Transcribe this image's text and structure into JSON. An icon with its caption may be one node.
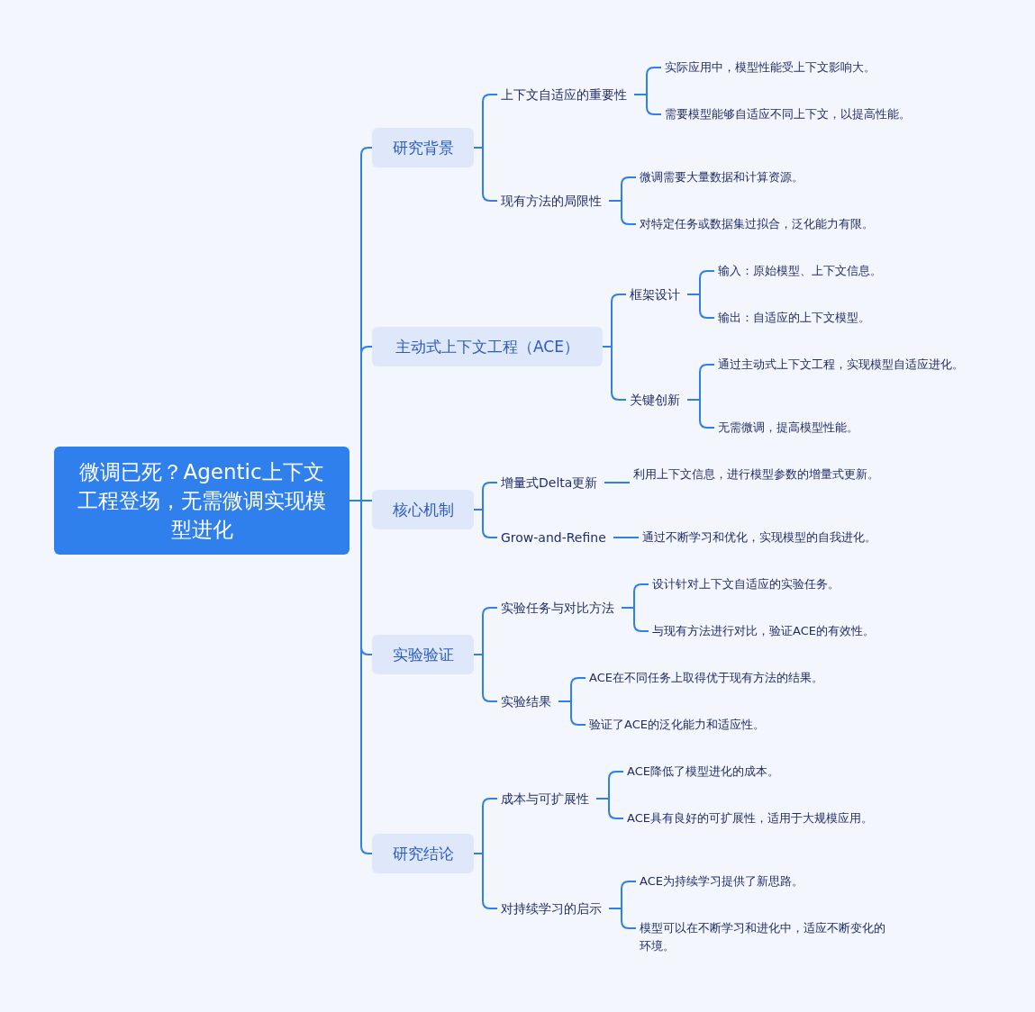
{
  "diagram": {
    "nodes": [
      {
        "text": [
          "微调已死？Agentic上下文工程登场，无需微调实现模型进化"
        ]
      },
      {
        "text": [
          "研究背景"
        ]
      },
      {
        "text": [
          "上下文自适应的重要性"
        ]
      },
      {
        "text": [
          "实际应用中，模型性能受上下文影响大。"
        ]
      },
      {
        "text": [
          "需要模型能够自适应不同上下文，以提高性能。"
        ]
      },
      {
        "text": [
          "现有方法的局限性"
        ]
      },
      {
        "text": [
          "微调需要大量数据和计算资源。"
        ]
      },
      {
        "text": [
          "对特定任务或数据集过拟合，泛化能力有限。"
        ]
      },
      {
        "text": [
          "主动式上下文工程（ACE）"
        ]
      },
      {
        "text": [
          "框架设计"
        ]
      },
      {
        "text": [
          "输入：原始模型、上下文信息。"
        ]
      },
      {
        "text": [
          "输出：自适应的上下文模型。"
        ]
      },
      {
        "text": [
          "关键创新"
        ]
      },
      {
        "text": [
          "通过主动式上下文工程，实现模型自适应进化。"
        ]
      },
      {
        "text": [
          "无需微调，提高模型性能。"
        ]
      },
      {
        "text": [
          "核心机制"
        ]
      },
      {
        "text": [
          "增量式Delta更新"
        ]
      },
      {
        "text": [
          "利用上下文信息，进行模型参数的增量式更新。"
        ]
      },
      {
        "text": [
          "Grow-and-Refine"
        ]
      },
      {
        "text": [
          "通过不断学习和优化，实现模型的自我进化。"
        ]
      },
      {
        "text": [
          "实验验证"
        ]
      },
      {
        "text": [
          "实验任务与对比方法"
        ]
      },
      {
        "text": [
          "设计针对上下文自适应的实验任务。"
        ]
      },
      {
        "text": [
          "与现有方法进行对比，验证ACE的有效性。"
        ]
      },
      {
        "text": [
          "实验结果"
        ]
      },
      {
        "text": [
          "ACE在不同任务上取得优于现有方法的结果。"
        ]
      },
      {
        "text": [
          "验证了ACE的泛化能力和适应性。"
        ]
      },
      {
        "text": [
          "研究结论"
        ]
      },
      {
        "text": [
          "成本与可扩展性"
        ]
      },
      {
        "text": [
          "ACE降低了模型进化的成本。"
        ]
      },
      {
        "text": [
          "ACE具有良好的可扩展性，适用于大规模应用。"
        ]
      },
      {
        "text": [
          "对持续学习的启示"
        ]
      },
      {
        "text": [
          "ACE为持续学习提供了新思路。"
        ]
      },
      {
        "text": [
          "模型可以在不断学习和进化中，适应不断变化的环境。"
        ]
      }
    ],
    "edges": [
      {
        "from": 0,
        "to": 1,
        "arrow": "none"
      },
      {
        "from": 1,
        "to": 2,
        "arrow": "none"
      },
      {
        "from": 2,
        "to": 3,
        "arrow": "none"
      },
      {
        "from": 2,
        "to": 4,
        "arrow": "none"
      },
      {
        "from": 1,
        "to": 5,
        "arrow": "none"
      },
      {
        "from": 5,
        "to": 6,
        "arrow": "none"
      },
      {
        "from": 5,
        "to": 7,
        "arrow": "none"
      },
      {
        "from": 0,
        "to": 8,
        "arrow": "none"
      },
      {
        "from": 8,
        "to": 9,
        "arrow": "none"
      },
      {
        "from": 9,
        "to": 10,
        "arrow": "none"
      },
      {
        "from": 9,
        "to": 11,
        "arrow": "none"
      },
      {
        "from": 8,
        "to": 12,
        "arrow": "none"
      },
      {
        "from": 12,
        "to": 13,
        "arrow": "none"
      },
      {
        "from": 12,
        "to": 14,
        "arrow": "none"
      },
      {
        "from": 0,
        "to": 15,
        "arrow": "none"
      },
      {
        "from": 15,
        "to": 16,
        "arrow": "none"
      },
      {
        "from": 16,
        "to": 17,
        "arrow": "none"
      },
      {
        "from": 15,
        "to": 18,
        "arrow": "none"
      },
      {
        "from": 18,
        "to": 19,
        "arrow": "none"
      },
      {
        "from": 0,
        "to": 20,
        "arrow": "none"
      },
      {
        "from": 20,
        "to": 21,
        "arrow": "none"
      },
      {
        "from": 21,
        "to": 22,
        "arrow": "none"
      },
      {
        "from": 21,
        "to": 23,
        "arrow": "none"
      },
      {
        "from": 20,
        "to": 24,
        "arrow": "none"
      },
      {
        "from": 24,
        "to": 25,
        "arrow": "none"
      },
      {
        "from": 24,
        "to": 26,
        "arrow": "none"
      },
      {
        "from": 0,
        "to": 27,
        "arrow": "none"
      },
      {
        "from": 27,
        "to": 28,
        "arrow": "none"
      },
      {
        "from": 28,
        "to": 29,
        "arrow": "none"
      },
      {
        "from": 28,
        "to": 30,
        "arrow": "none"
      },
      {
        "from": 27,
        "to": 31,
        "arrow": "none"
      },
      {
        "from": 31,
        "to": 32,
        "arrow": "none"
      },
      {
        "from": 31,
        "to": 33,
        "arrow": "none"
      }
    ]
  }
}
